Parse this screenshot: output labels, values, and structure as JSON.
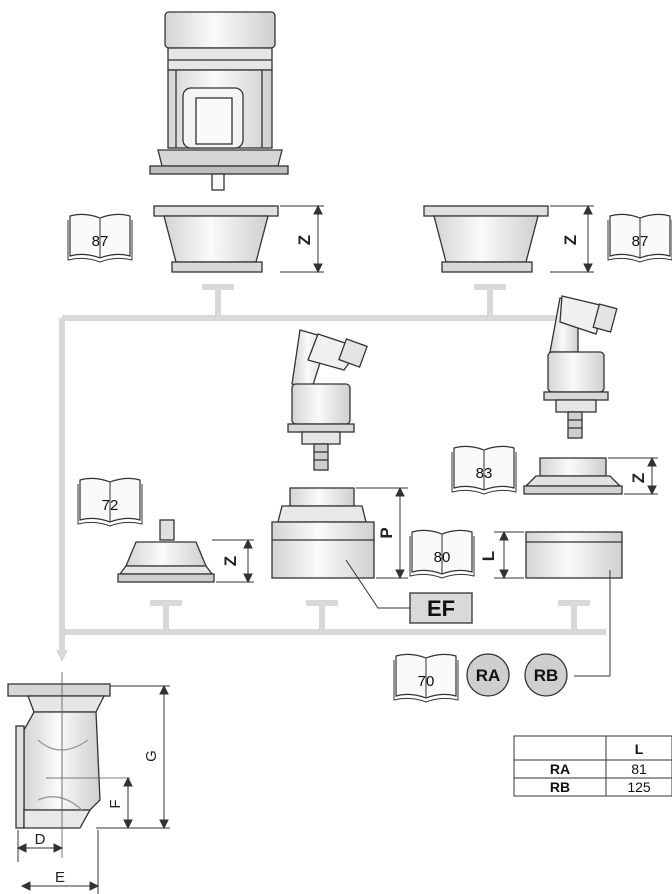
{
  "books": {
    "b87_left": "87",
    "b87_right": "87",
    "b83": "83",
    "b72": "72",
    "b80": "80",
    "b70": "70"
  },
  "dims": {
    "z": "Z",
    "p": "P",
    "l": "L",
    "g": "G",
    "f": "F",
    "d": "D",
    "e": "E"
  },
  "badges": {
    "ra": "RA",
    "rb": "RB",
    "ef": "EF"
  },
  "table": {
    "header": [
      "",
      "L"
    ],
    "rows": [
      [
        "RA",
        "81"
      ],
      [
        "RB",
        "125"
      ]
    ]
  },
  "colors": {
    "connector": "#d9d9d9",
    "part_fill": "#eeeeee",
    "badge_fill": "#cfcfcf",
    "outline": "#333333"
  }
}
